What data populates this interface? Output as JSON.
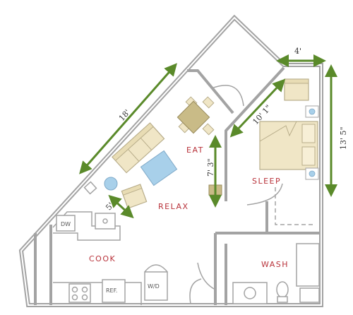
{
  "rooms": {
    "eat": "EAT",
    "sleep": "SLEEP",
    "relax": "RELAX",
    "cook": "COOK",
    "wash": "WASH"
  },
  "dimensions": {
    "diagonal_wall": "18'",
    "top_nook": "4'",
    "bedroom_diagonal": "10' 1\"",
    "hall_length": "7' 3\"",
    "bedroom_height": "13' 5\"",
    "relax_corner": "5'"
  },
  "appliances": {
    "dishwasher": "DW",
    "refrigerator": "REF.",
    "washer_dryer": "W/D"
  },
  "colors": {
    "wall": "#a3a3a3",
    "furniture": "#f0e6c6",
    "furniture_stroke": "#b8ad8a",
    "table": "#c9bb87",
    "rug": "#a8d0ea",
    "arrow": "#5a8a2a",
    "label": "#b8323a"
  }
}
